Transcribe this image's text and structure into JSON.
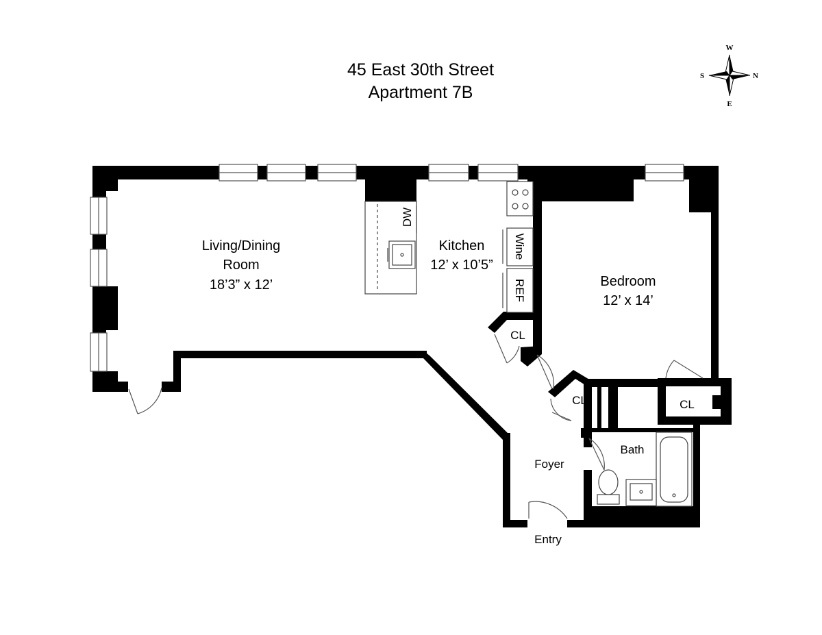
{
  "title": {
    "address": "45 East 30th Street",
    "unit": "Apartment 7B"
  },
  "compass": {
    "top": "W",
    "right": "N",
    "bottom": "E",
    "left": "S"
  },
  "rooms": {
    "living": {
      "line1": "Living/Dining",
      "line2": "Room",
      "dims": "18’3” x 12’"
    },
    "kitchen": {
      "name": "Kitchen",
      "dims": "12’ x 10’5”"
    },
    "bedroom": {
      "name": "Bedroom",
      "dims": "12’ x 14’"
    },
    "bath": "Bath",
    "foyer": "Foyer",
    "entry": "Entry"
  },
  "fixtures": {
    "dishwasher": "DW",
    "wine": "Wine",
    "refrigerator": "REF"
  },
  "closets": {
    "kitchen_closet": "CL",
    "foyer_closet": "CL",
    "bedroom_closet": "CL"
  },
  "colors": {
    "wall": "#000000",
    "window_frame": "#555555",
    "fixture_line": "#444444",
    "background": "#ffffff"
  }
}
